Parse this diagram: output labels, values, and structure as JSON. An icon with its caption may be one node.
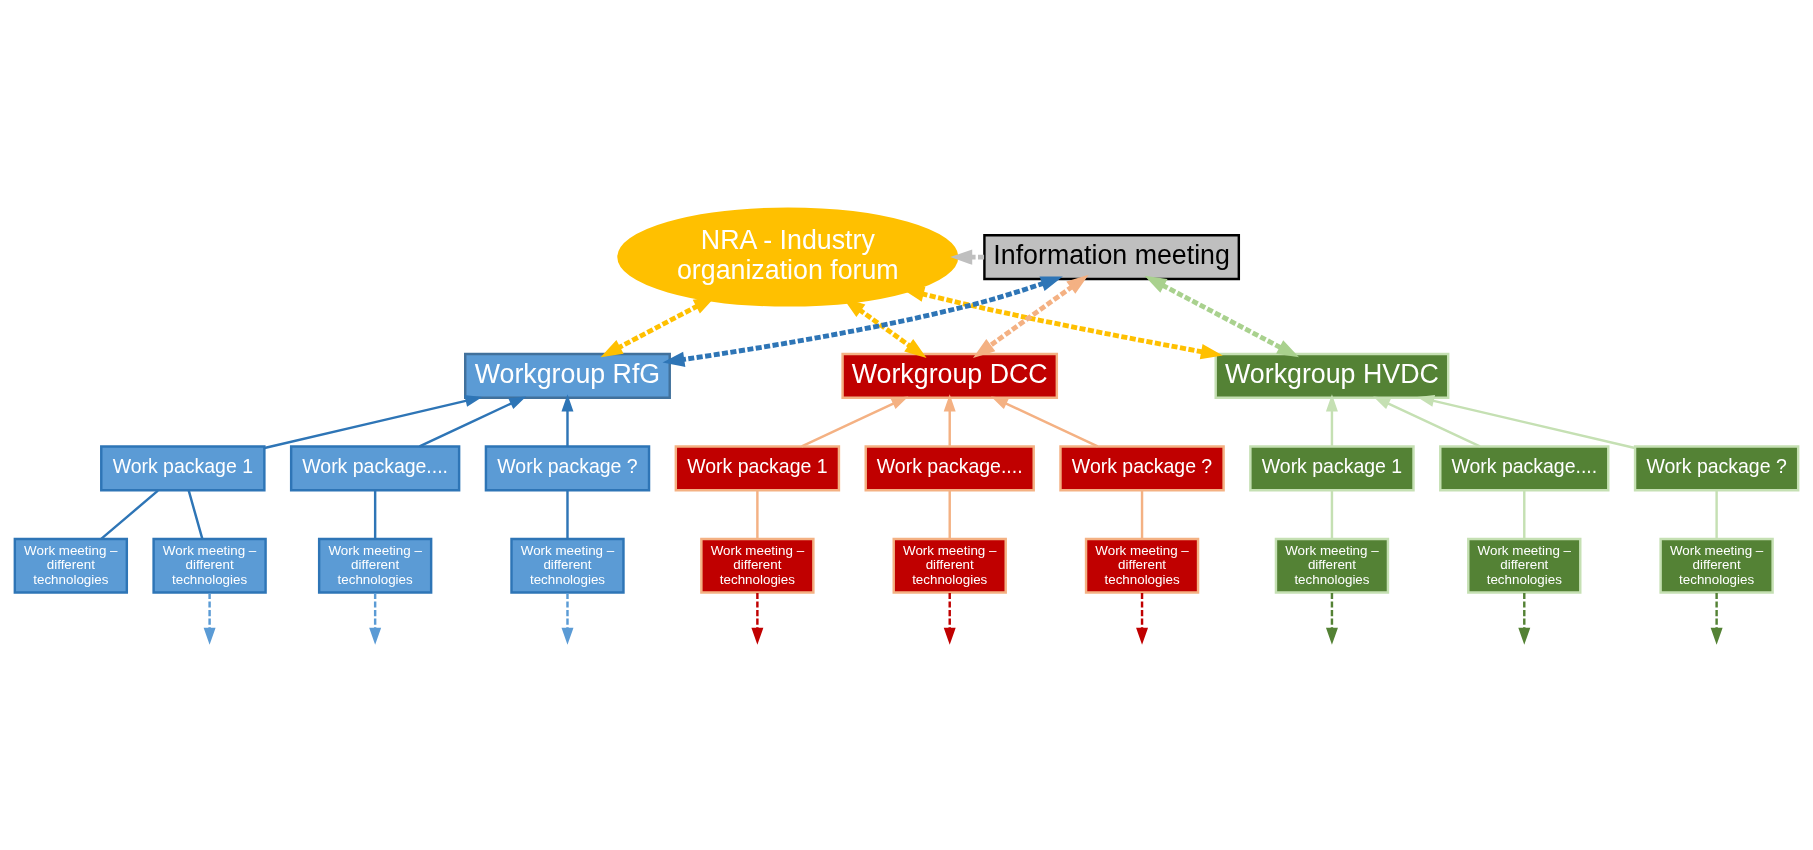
{
  "diagram": {
    "nodes": [
      {
        "text": [
          "NRA - Industry organization forum"
        ]
      },
      {
        "text": [
          "Information meeting"
        ]
      },
      {
        "text": [
          "Workgroup RfG"
        ]
      },
      {
        "text": [
          "Workgroup DCC"
        ]
      },
      {
        "text": [
          "Workgroup HVDC"
        ]
      },
      {
        "text": [
          "Work package 1"
        ]
      },
      {
        "text": [
          "Work package...."
        ]
      },
      {
        "text": [
          "Work package ?"
        ]
      },
      {
        "text": [
          "Work meeting – different technologies"
        ]
      },
      {
        "text": [
          "Work meeting – different technologies"
        ]
      },
      {
        "text": [
          "Work meeting – different technologies"
        ]
      },
      {
        "text": [
          "Work meeting – different technologies"
        ]
      },
      {
        "text": [
          "Work package 1"
        ]
      },
      {
        "text": [
          "Work package...."
        ]
      },
      {
        "text": [
          "Work package ?"
        ]
      },
      {
        "text": [
          "Work meeting – different technologies"
        ]
      },
      {
        "text": [
          "Work meeting – different technologies"
        ]
      },
      {
        "text": [
          "Work meeting – different technologies"
        ]
      },
      {
        "text": [
          "Work package 1"
        ]
      },
      {
        "text": [
          "Work package...."
        ]
      },
      {
        "text": [
          "Work package ?"
        ]
      },
      {
        "text": [
          "Work meeting – different technologies"
        ]
      },
      {
        "text": [
          "Work meeting – different technologies"
        ]
      },
      {
        "text": [
          "Work meeting – different technologies"
        ]
      }
    ],
    "edges": [
      {
        "from": 1,
        "to": 0,
        "arrow": "to",
        "style": "dashed",
        "color": "#bfbfbf"
      },
      {
        "from": 1,
        "to": 2,
        "arrow": "both",
        "style": "dashed",
        "color": "#2e75b6"
      },
      {
        "from": 1,
        "to": 3,
        "arrow": "both",
        "style": "dashed",
        "color": "#f4b183"
      },
      {
        "from": 1,
        "to": 4,
        "arrow": "both",
        "style": "dashed",
        "color": "#a9d18e"
      },
      {
        "from": 0,
        "to": 2,
        "arrow": "both",
        "style": "dashed",
        "color": "#ffc000"
      },
      {
        "from": 0,
        "to": 3,
        "arrow": "both",
        "style": "dashed",
        "color": "#ffc000"
      },
      {
        "from": 0,
        "to": 4,
        "arrow": "both",
        "style": "dashed",
        "color": "#ffc000"
      },
      {
        "from": 5,
        "to": 2,
        "arrow": "to",
        "color": "#2e75b6"
      },
      {
        "from": 6,
        "to": 2,
        "arrow": "to",
        "color": "#2e75b6"
      },
      {
        "from": 7,
        "to": 2,
        "arrow": "to",
        "color": "#2e75b6"
      },
      {
        "from": 5,
        "to": 8,
        "arrow": "none",
        "color": "#2e75b6"
      },
      {
        "from": 5,
        "to": 9,
        "arrow": "none",
        "color": "#2e75b6"
      },
      {
        "from": 6,
        "to": 10,
        "arrow": "none",
        "color": "#2e75b6"
      },
      {
        "from": 7,
        "to": 11,
        "arrow": "none",
        "color": "#2e75b6"
      },
      {
        "from": 9,
        "to": null,
        "arrow": "to",
        "style": "dashed",
        "color": "#5b9bd5"
      },
      {
        "from": 10,
        "to": null,
        "arrow": "to",
        "style": "dashed",
        "color": "#5b9bd5"
      },
      {
        "from": 11,
        "to": null,
        "arrow": "to",
        "style": "dashed",
        "color": "#5b9bd5"
      },
      {
        "from": 12,
        "to": 3,
        "arrow": "to",
        "color": "#f4b183"
      },
      {
        "from": 13,
        "to": 3,
        "arrow": "to",
        "color": "#f4b183"
      },
      {
        "from": 14,
        "to": 3,
        "arrow": "to",
        "color": "#f4b183"
      },
      {
        "from": 12,
        "to": 15,
        "arrow": "none",
        "color": "#f4b183"
      },
      {
        "from": 13,
        "to": 16,
        "arrow": "none",
        "color": "#f4b183"
      },
      {
        "from": 14,
        "to": 17,
        "arrow": "none",
        "color": "#f4b183"
      },
      {
        "from": 15,
        "to": null,
        "arrow": "to",
        "style": "dashed",
        "color": "#c00000"
      },
      {
        "from": 16,
        "to": null,
        "arrow": "to",
        "style": "dashed",
        "color": "#c00000"
      },
      {
        "from": 17,
        "to": null,
        "arrow": "to",
        "style": "dashed",
        "color": "#c00000"
      },
      {
        "from": 18,
        "to": 4,
        "arrow": "to",
        "color": "#c5e0b3"
      },
      {
        "from": 19,
        "to": 4,
        "arrow": "to",
        "color": "#c5e0b3"
      },
      {
        "from": 20,
        "to": 4,
        "arrow": "to",
        "color": "#c5e0b3"
      },
      {
        "from": 18,
        "to": 21,
        "arrow": "none",
        "color": "#c5e0b3"
      },
      {
        "from": 19,
        "to": 22,
        "arrow": "none",
        "color": "#c5e0b3"
      },
      {
        "from": 20,
        "to": 23,
        "arrow": "none",
        "color": "#c5e0b3"
      },
      {
        "from": 21,
        "to": null,
        "arrow": "to",
        "style": "dashed",
        "color": "#548235"
      },
      {
        "from": 22,
        "to": null,
        "arrow": "to",
        "style": "dashed",
        "color": "#548235"
      },
      {
        "from": 23,
        "to": null,
        "arrow": "to",
        "style": "dashed",
        "color": "#548235"
      }
    ]
  }
}
